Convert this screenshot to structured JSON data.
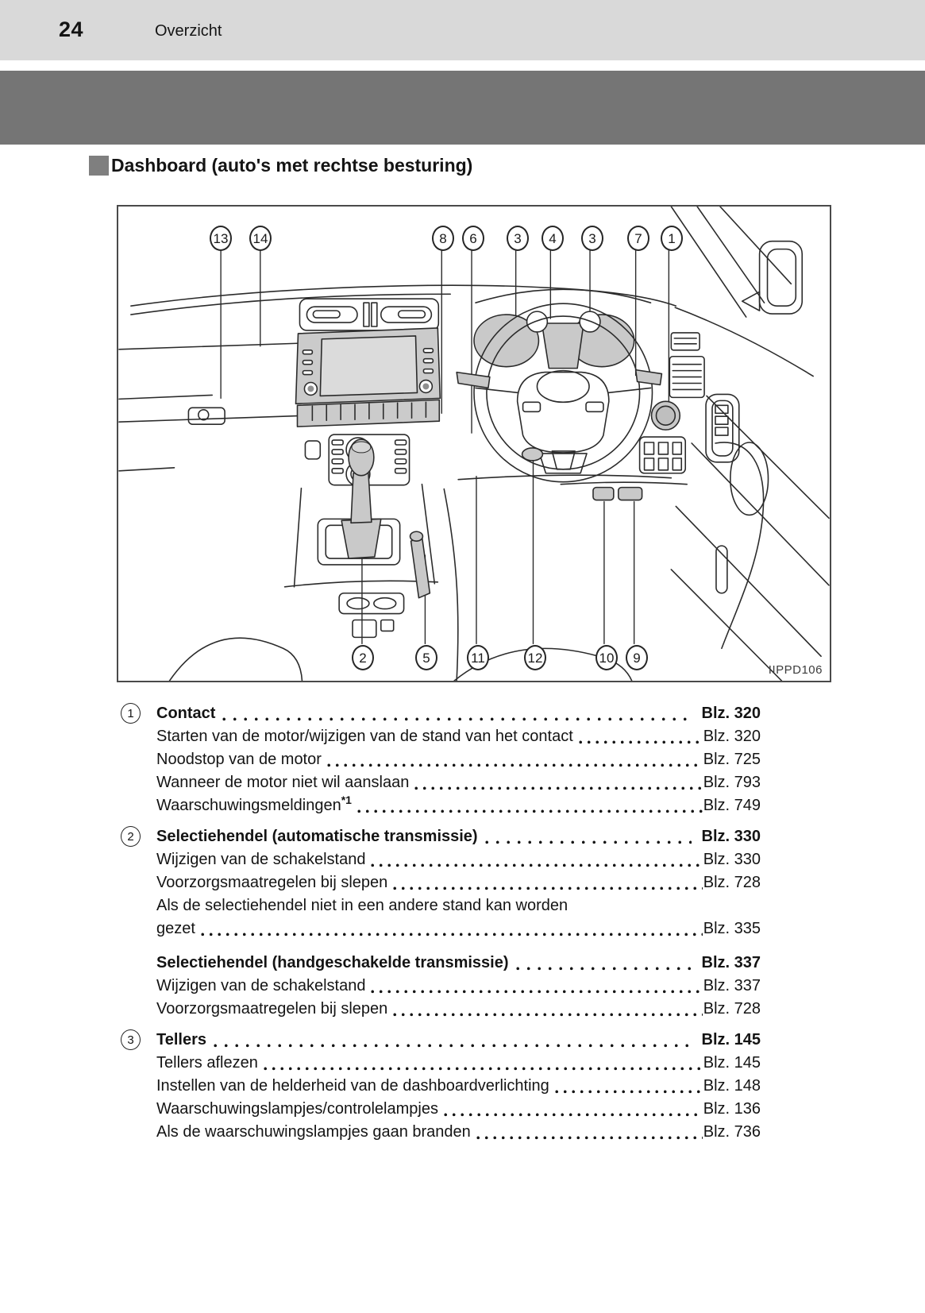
{
  "header": {
    "page_number": "24",
    "chapter_title": "Overzicht"
  },
  "heading": "Dashboard (auto's met rechtse besturing)",
  "figure": {
    "code": "IIPPD106",
    "callouts_top": [
      "13",
      "14",
      "8",
      "6",
      "3",
      "4",
      "3",
      "7",
      "1"
    ],
    "callouts_bottom": [
      "2",
      "5",
      "11",
      "12",
      "10",
      "9"
    ]
  },
  "toc": {
    "page_prefix": "Blz.",
    "rows": [
      {
        "style": "head",
        "num": "1",
        "text": "Contact",
        "page": "320"
      },
      {
        "style": "sub",
        "text": "Starten van de motor/wijzigen van de stand van het contact",
        "page": "320"
      },
      {
        "style": "sub",
        "text": "Noodstop van de motor",
        "page": "725"
      },
      {
        "style": "sub",
        "text": "Wanneer de motor niet wil aanslaan",
        "page": "793"
      },
      {
        "style": "sub",
        "text": "Waarschuwingsmeldingen",
        "sup": "*1",
        "page": "749"
      },
      {
        "style": "head",
        "num": "2",
        "text": "Selectiehendel (automatische transmissie)",
        "page": "330"
      },
      {
        "style": "sub",
        "text": "Wijzigen van de schakelstand",
        "page": "330"
      },
      {
        "style": "sub",
        "text": "Voorzorgsmaatregelen bij slepen",
        "page": "728"
      },
      {
        "style": "sub",
        "line1": "Als de selectiehendel niet in een andere stand kan worden",
        "text": "gezet",
        "page": "335"
      },
      {
        "style": "head-noNum",
        "text": "Selectiehendel (handgeschakelde transmissie)",
        "page": "337"
      },
      {
        "style": "sub",
        "text": "Wijzigen van de schakelstand",
        "page": "337"
      },
      {
        "style": "sub",
        "text": "Voorzorgsmaatregelen bij slepen",
        "page": "728"
      },
      {
        "style": "head",
        "num": "3",
        "text": "Tellers",
        "page": "145"
      },
      {
        "style": "sub",
        "text": "Tellers aflezen",
        "page": "145"
      },
      {
        "style": "sub",
        "text": "Instellen van de helderheid van de dashboardverlichting",
        "page": "148"
      },
      {
        "style": "sub",
        "text": "Waarschuwingslampjes/controlelampjes",
        "page": "136"
      },
      {
        "style": "sub",
        "text": "Als de waarschuwingslampjes gaan branden",
        "page": "736"
      }
    ]
  }
}
